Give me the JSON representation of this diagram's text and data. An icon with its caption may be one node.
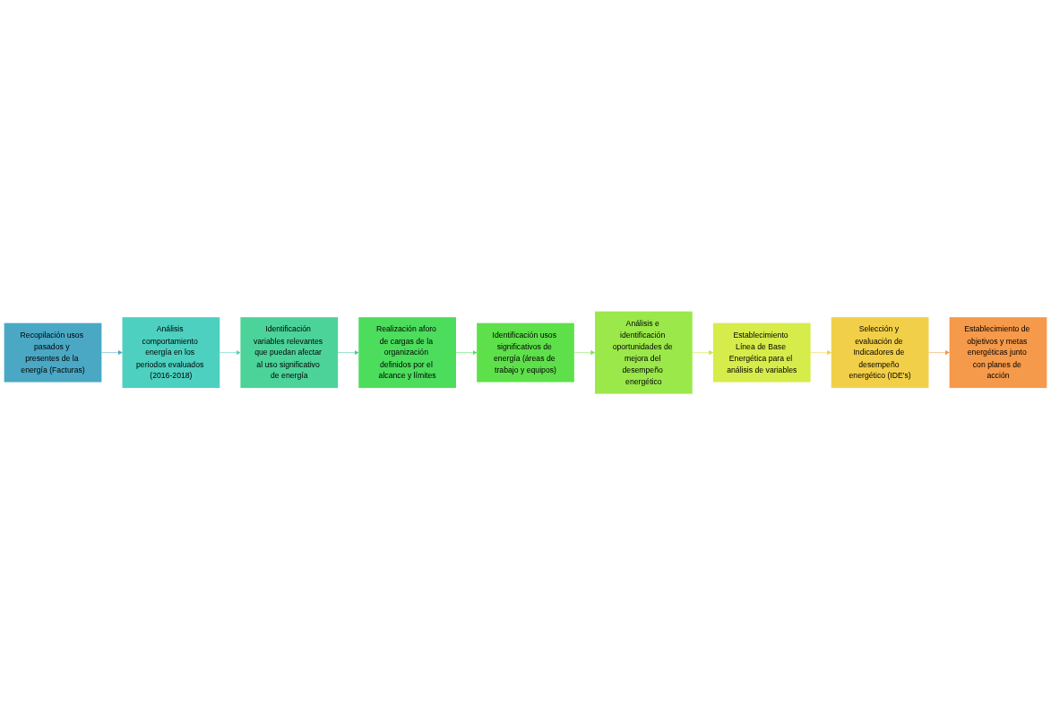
{
  "diagram": {
    "nodes": [
      {
        "text": [
          "Recopilación usos pasados y presentes de la energía (Facturas)"
        ]
      },
      {
        "text": [
          "Análisis comportamiento energía en los periodos evaluados (2016-2018)"
        ]
      },
      {
        "text": [
          "Identificación variables relevantes que puedan afectar al uso significativo de energía"
        ]
      },
      {
        "text": [
          "Realización aforo de cargas de la organización definidos por el alcance y límites"
        ]
      },
      {
        "text": [
          "Identificación usos significativos de energía (áreas de trabajo y equipos)"
        ]
      },
      {
        "text": [
          "Análisis e identificación oportunidades de mejora del desempeño energético"
        ]
      },
      {
        "text": [
          "Establecimiento Línea de Base Energética para el análisis de variables"
        ]
      },
      {
        "text": [
          "Selección y evaluación de Indicadores de desempeño energético (IDE's)"
        ]
      },
      {
        "text": [
          "Establecimiento de objetivos y metas energéticas junto con planes de acción"
        ]
      }
    ],
    "edges": [
      {
        "from": 0,
        "to": 1,
        "arrow": "to",
        "color": "#4aa8c4"
      },
      {
        "from": 1,
        "to": 2,
        "arrow": "to",
        "color": "#4dd0b8"
      },
      {
        "from": 2,
        "to": 3,
        "arrow": "to",
        "color": "#4cc494"
      },
      {
        "from": 3,
        "to": 4,
        "arrow": "to",
        "color": "#4ee05a"
      },
      {
        "from": 4,
        "to": 5,
        "arrow": "to",
        "color": "#7ee45a"
      },
      {
        "from": 5,
        "to": 6,
        "arrow": "to",
        "color": "#c8e83a"
      },
      {
        "from": 6,
        "to": 7,
        "arrow": "to",
        "color": "#f0d43a"
      },
      {
        "from": 7,
        "to": 8,
        "arrow": "to",
        "color": "#f59a3e"
      }
    ]
  }
}
